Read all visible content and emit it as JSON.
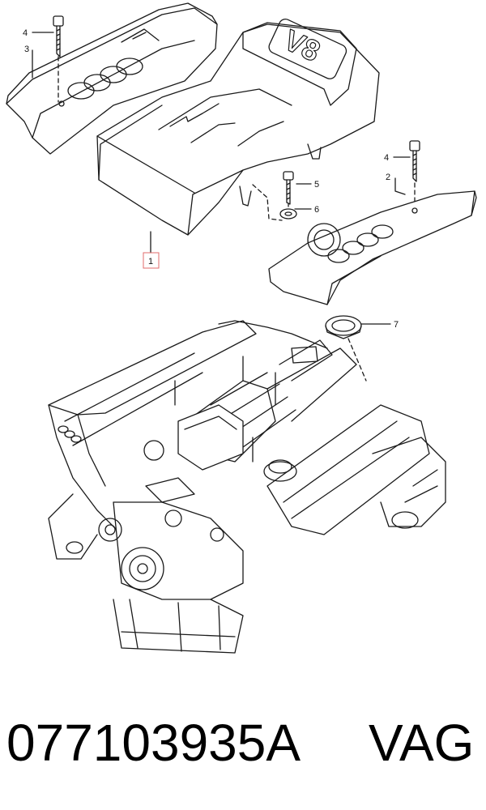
{
  "callouts": [
    {
      "id": "c4a",
      "label": "4"
    },
    {
      "id": "c3",
      "label": "3"
    },
    {
      "id": "c1",
      "label": "1"
    },
    {
      "id": "c5",
      "label": "5"
    },
    {
      "id": "c6",
      "label": "6"
    },
    {
      "id": "c4b",
      "label": "4"
    },
    {
      "id": "c2",
      "label": "2"
    },
    {
      "id": "c7",
      "label": "7"
    }
  ],
  "cover_badge": "V8",
  "footer": {
    "part_number": "077103935A",
    "brand": "VAG"
  },
  "colors": {
    "line": "#1a1a1a",
    "highlight_box": "#e06b6b"
  }
}
